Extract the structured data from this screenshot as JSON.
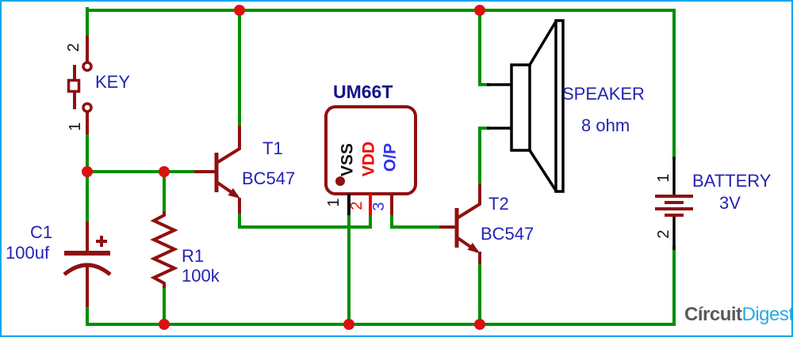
{
  "figure_type": "circuit-schematic",
  "components": {
    "key": {
      "label": "KEY",
      "pin_top": "2",
      "pin_bottom": "1"
    },
    "c1": {
      "name": "C1",
      "value": "100uf",
      "polarity_mark": "+"
    },
    "r1": {
      "name": "R1",
      "value": "100k"
    },
    "t1": {
      "name": "T1",
      "part": "BC547"
    },
    "t2": {
      "name": "T2",
      "part": "BC547"
    },
    "ic": {
      "name": "UM66T",
      "pins": [
        {
          "num": "1",
          "label": "VSS"
        },
        {
          "num": "2",
          "label": "VDD"
        },
        {
          "num": "3",
          "label": "O/P"
        }
      ]
    },
    "speaker": {
      "label": "SPEAKER",
      "value": "8 ohm"
    },
    "battery": {
      "label": "BATTERY",
      "value": "3V",
      "pin_top": "1",
      "pin_bottom": "2"
    }
  },
  "branding": {
    "logo_part1": "Círcuit",
    "logo_part2": "Digest"
  },
  "colors": {
    "wire_green": "#008f00",
    "component_red": "#8f1010",
    "junction_red": "#d91111",
    "label_blue": "#2323b4",
    "ic_title_blue": "#14148c",
    "pin_vdd_red": "#f00000",
    "pin_op_blue": "#3333f0",
    "speaker_black": "#000000",
    "border_cyan": "#00a9ea",
    "logo_gray": "#58595b",
    "logo_blue": "#29abe2"
  }
}
